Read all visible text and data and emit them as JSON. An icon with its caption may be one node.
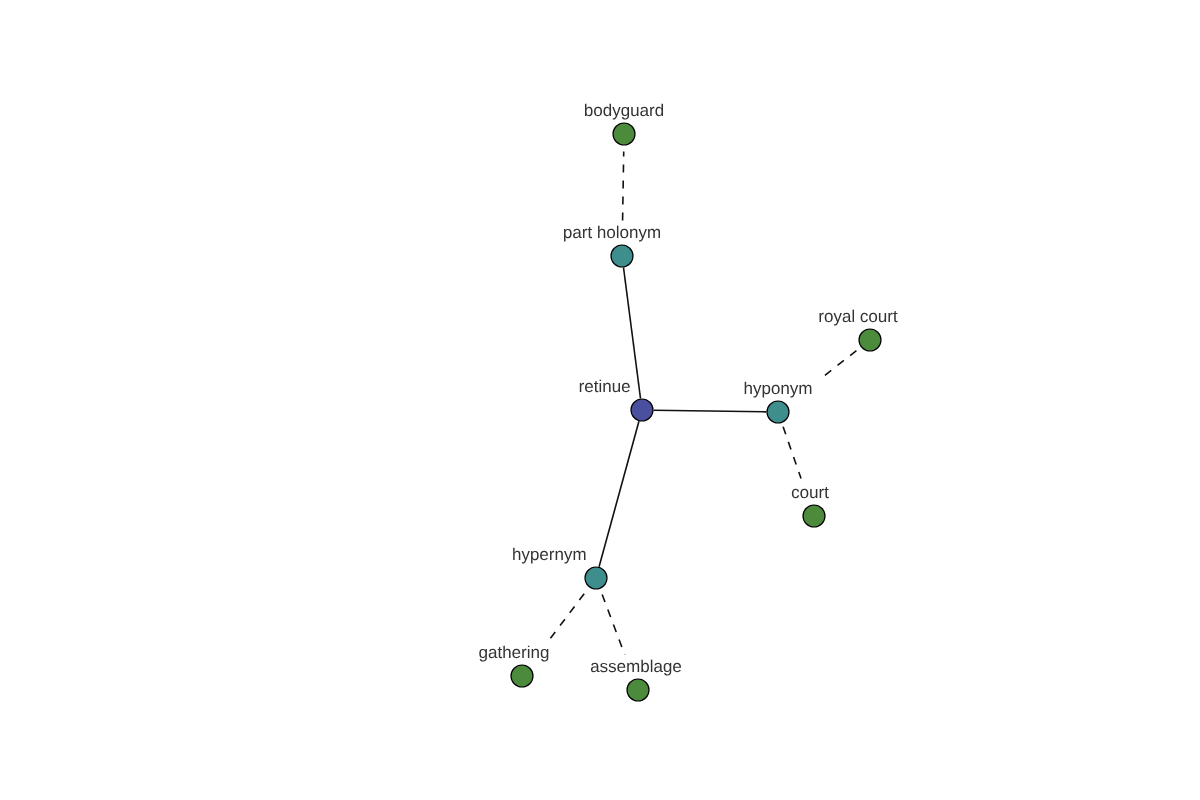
{
  "diagram": {
    "nodes": [
      {
        "text": [
          "bodyguard"
        ]
      },
      {
        "text": [
          "part holonym"
        ]
      },
      {
        "text": [
          "royal court"
        ]
      },
      {
        "text": [
          "retinue"
        ]
      },
      {
        "text": [
          "hyponym"
        ]
      },
      {
        "text": [
          "court"
        ]
      },
      {
        "text": [
          "hypernym"
        ]
      },
      {
        "text": [
          "gathering"
        ]
      },
      {
        "text": [
          "assemblage"
        ]
      }
    ],
    "edges": [
      {
        "from": 3,
        "to": 1,
        "arrow": "none"
      },
      {
        "from": 3,
        "to": 4,
        "arrow": "none"
      },
      {
        "from": 3,
        "to": 6,
        "arrow": "none"
      },
      {
        "from": 1,
        "to": 0,
        "arrow": "none",
        "style": "dashed"
      },
      {
        "from": 4,
        "to": 2,
        "arrow": "none",
        "style": "dashed"
      },
      {
        "from": 4,
        "to": 5,
        "arrow": "none",
        "style": "dashed"
      },
      {
        "from": 6,
        "to": 7,
        "arrow": "none",
        "style": "dashed"
      },
      {
        "from": 6,
        "to": 8,
        "arrow": "none",
        "style": "dashed"
      }
    ]
  }
}
